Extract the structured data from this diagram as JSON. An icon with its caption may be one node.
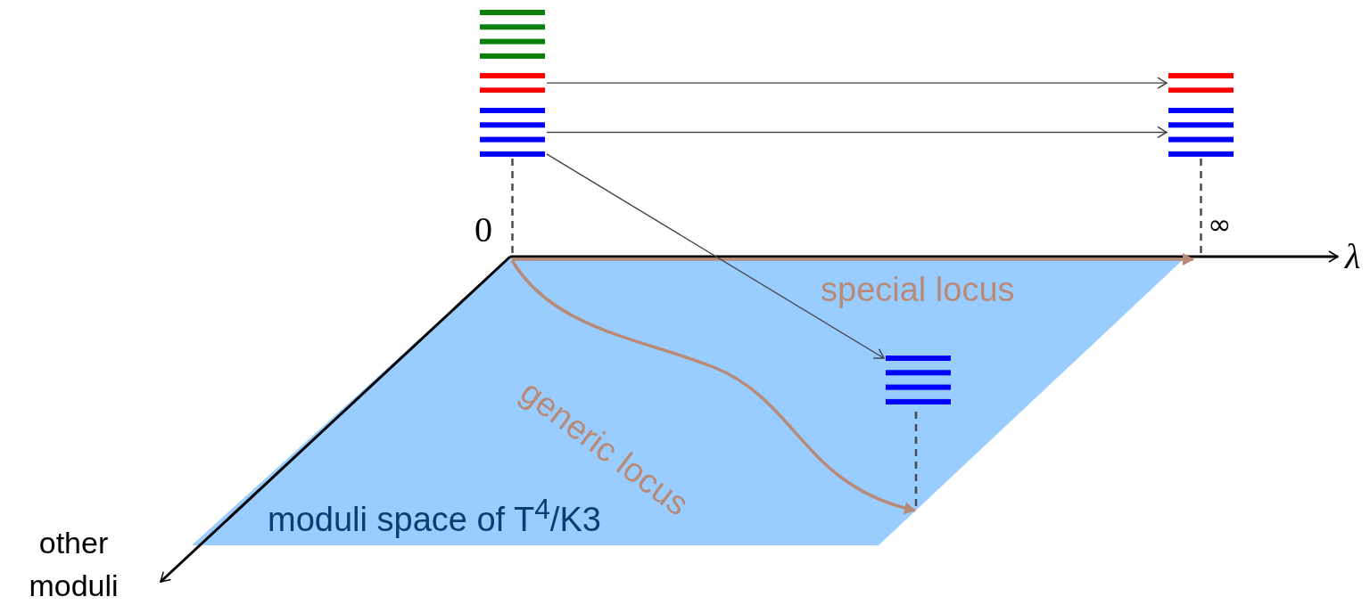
{
  "diagram": {
    "nodes": [
      {
        "text": [],
        "shape": "bar"
      },
      {
        "text": [],
        "shape": "bar"
      },
      {
        "text": [],
        "shape": "bar"
      },
      {
        "text": [],
        "shape": "bar"
      },
      {
        "text": [],
        "shape": "bar"
      },
      {
        "text": [],
        "shape": "bar",
        "in": 6
      },
      {
        "text": [
          "moduli space of T$^{4}$/K3"
        ]
      }
    ],
    "edges": [
      {
        "from": 1,
        "to": 3,
        "arrow": "to"
      },
      {
        "from": 2,
        "to": 4,
        "arrow": "to"
      },
      {
        "from": 2,
        "to": 5,
        "arrow": "to"
      },
      {
        "from": 2,
        "to": 6,
        "arrow": "none",
        "style": "dashed"
      },
      {
        "from": 4,
        "to": 6,
        "arrow": "none",
        "style": "dashed"
      }
    ],
    "labels": [
      "0",
      "∞",
      "λ",
      "special locus",
      "generic locus",
      "other moduli"
    ]
  }
}
